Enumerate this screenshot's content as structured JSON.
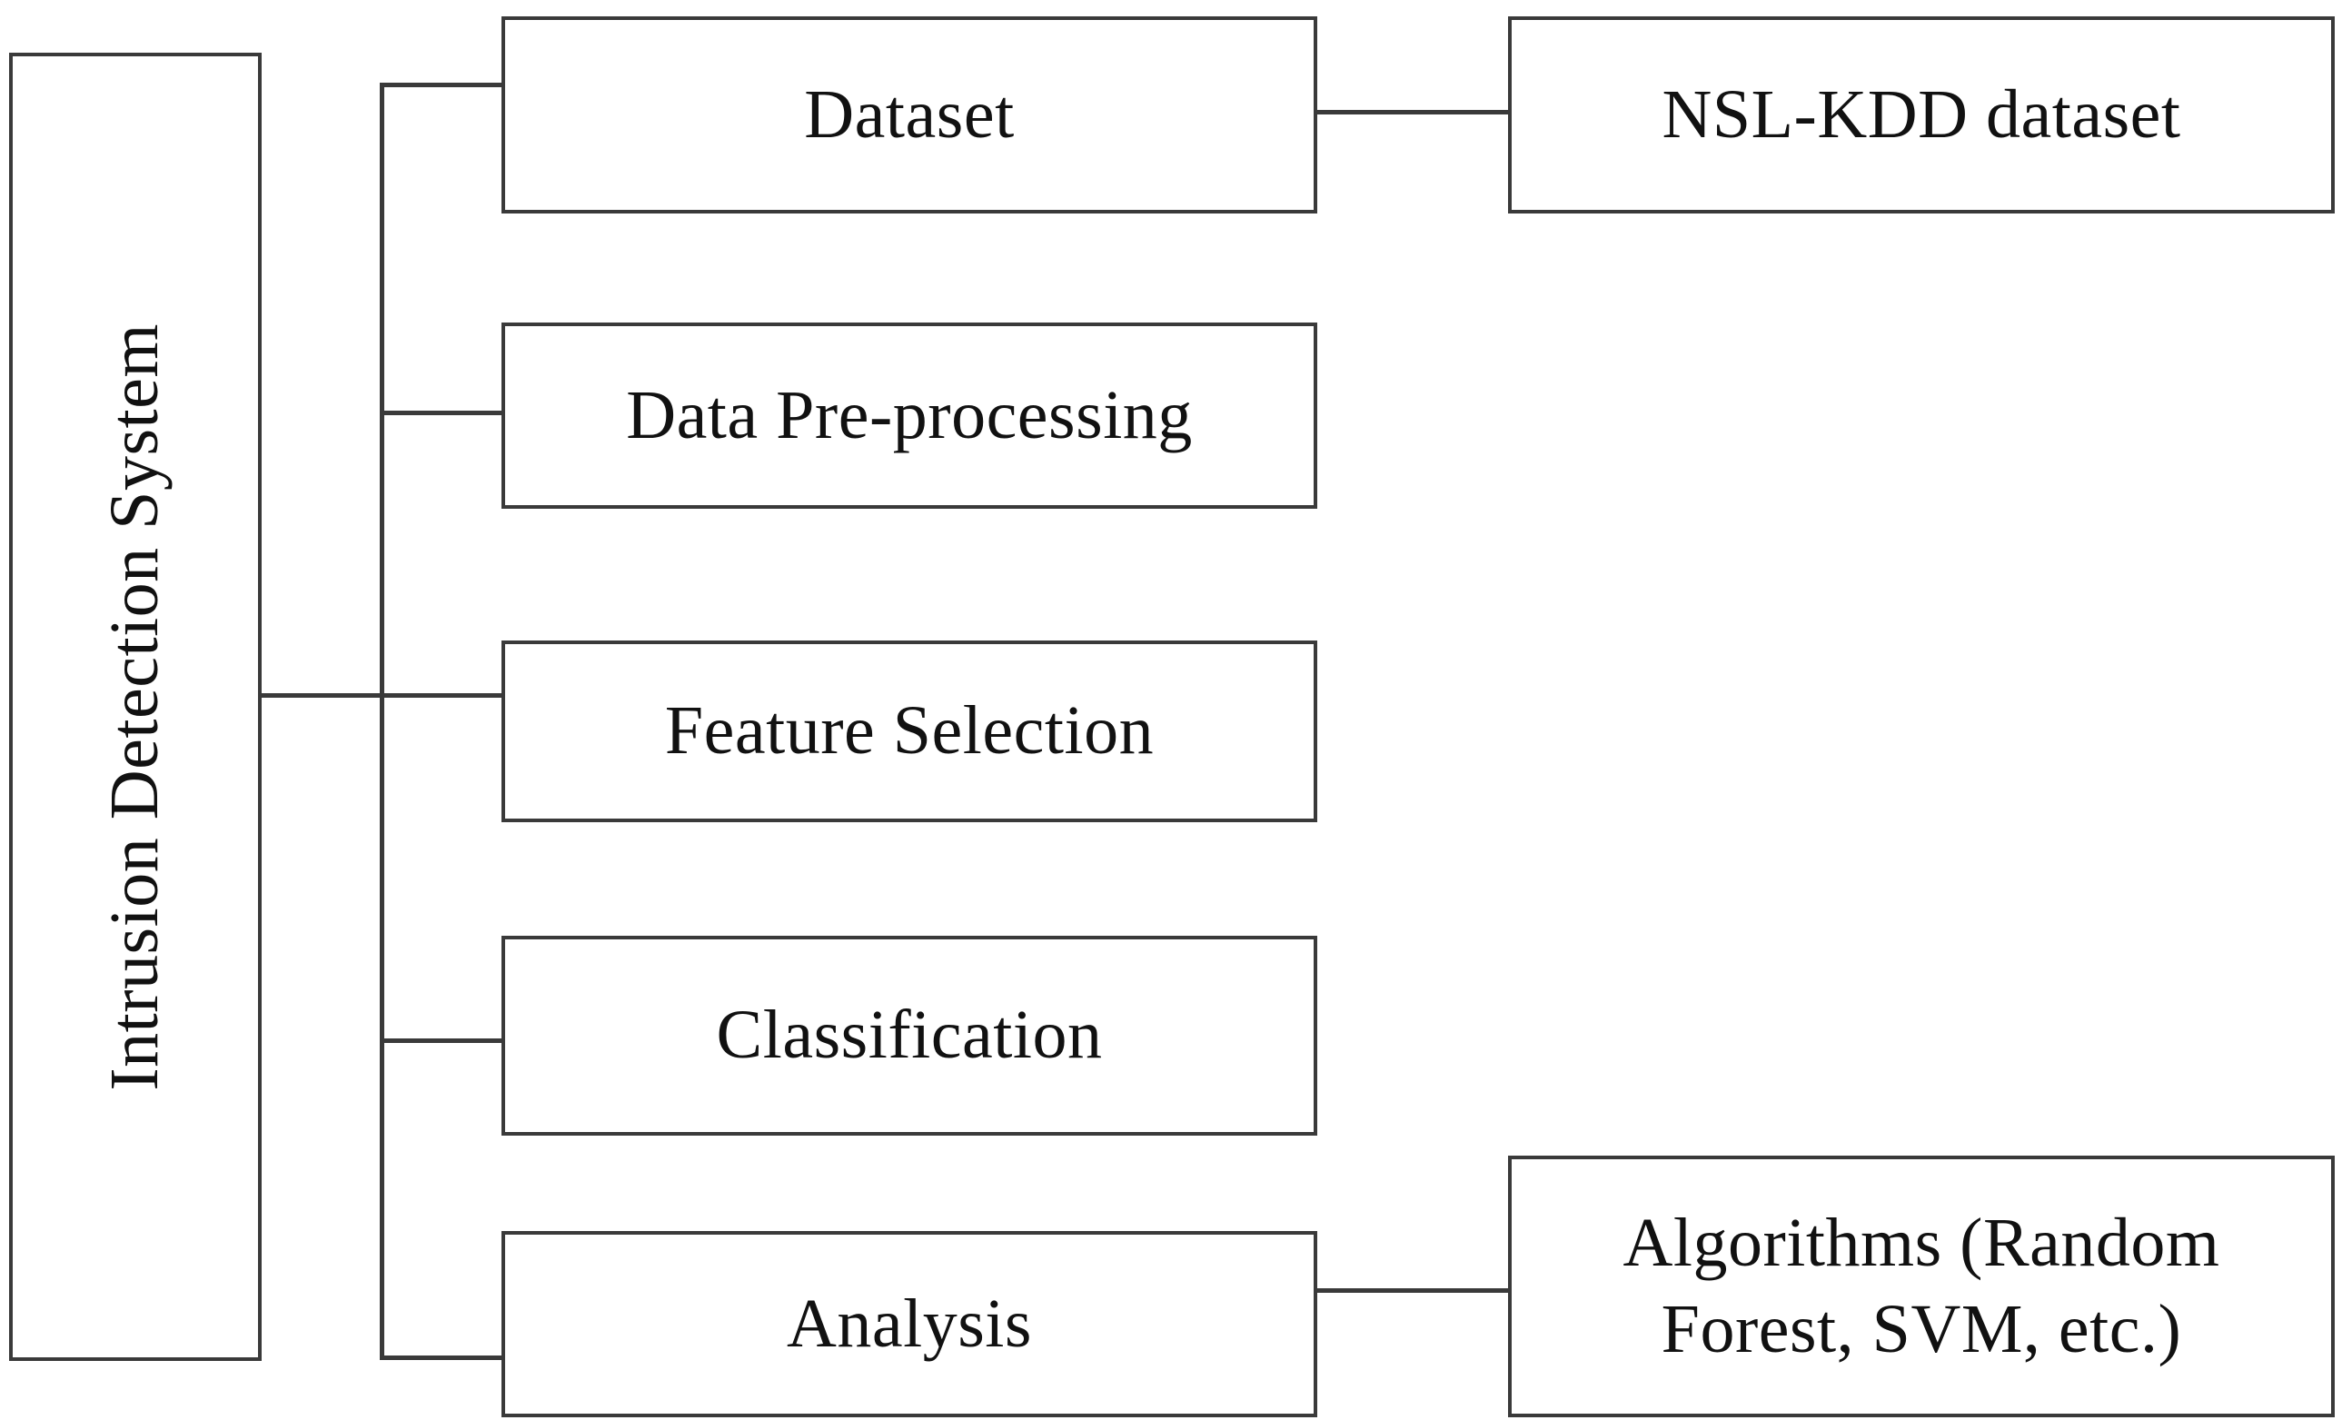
{
  "diagram": {
    "title": "Intrusion Detection System",
    "type": "block-diagram",
    "background_color": "#ffffff",
    "line_color": "#3a3a3a",
    "text_color": "#111111",
    "root": {
      "label": "Intrusion Detection System",
      "orientation": "vertical-text"
    },
    "stages": [
      {
        "id": "dataset",
        "label": "Dataset"
      },
      {
        "id": "preprocessing",
        "label": "Data Pre-processing"
      },
      {
        "id": "feature",
        "label": "Feature Selection"
      },
      {
        "id": "classification",
        "label": "Classification"
      },
      {
        "id": "analysis",
        "label": "Analysis"
      }
    ],
    "details": [
      {
        "id": "nslkdd",
        "label": "NSL-KDD dataset",
        "attached_to": "dataset"
      },
      {
        "id": "algorithms",
        "line1": "Algorithms (Random",
        "line2": "Forest, SVM, etc.)",
        "attached_to": "analysis"
      }
    ]
  }
}
